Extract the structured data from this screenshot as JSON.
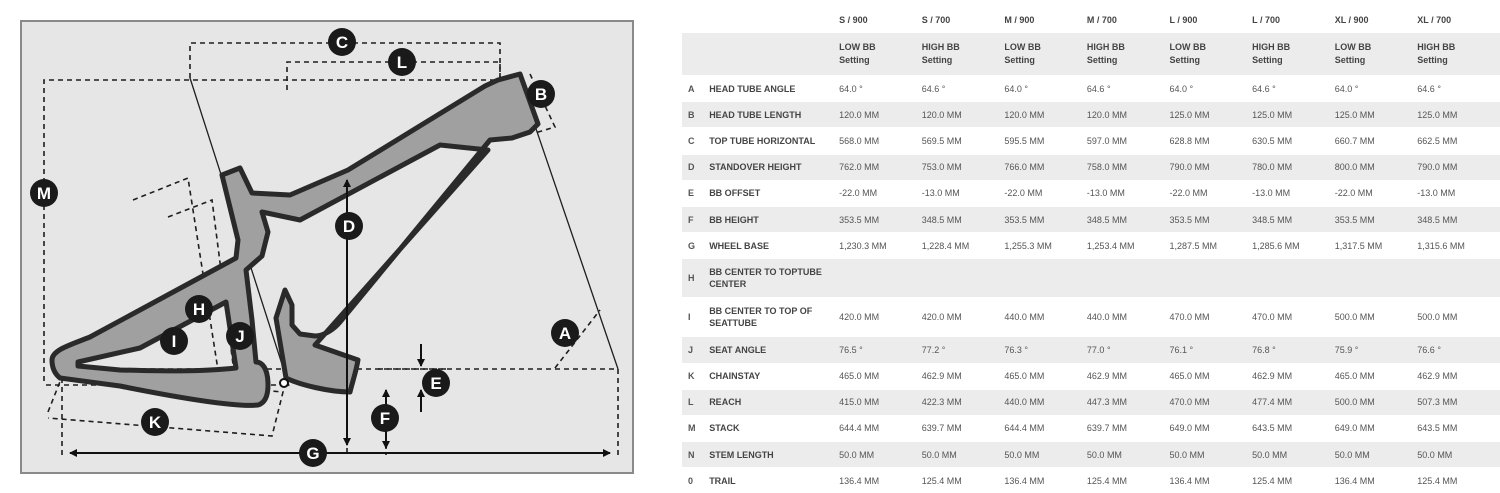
{
  "diagram": {
    "labels": [
      "A",
      "B",
      "C",
      "D",
      "E",
      "F",
      "G",
      "H",
      "I",
      "J",
      "K",
      "L",
      "M"
    ],
    "colors": {
      "frame_fill": "#a0a0a0",
      "frame_stroke": "#2a2a2a",
      "marker_fill": "#1a1a1a",
      "panel_border": "#8a8a8a"
    }
  },
  "table": {
    "sizes": [
      "S / 900",
      "S / 700",
      "M / 900",
      "M / 700",
      "L / 900",
      "L / 700",
      "XL / 900",
      "XL / 700"
    ],
    "bb_settings": [
      [
        "LOW BB",
        "Setting"
      ],
      [
        "HIGH BB",
        "Setting"
      ],
      [
        "LOW BB",
        "Setting"
      ],
      [
        "HIGH BB",
        "Setting"
      ],
      [
        "LOW BB",
        "Setting"
      ],
      [
        "HIGH BB",
        "Setting"
      ],
      [
        "LOW BB",
        "Setting"
      ],
      [
        "HIGH BB",
        "Setting"
      ]
    ],
    "rows": [
      {
        "key": "A",
        "name": "HEAD TUBE ANGLE",
        "values": [
          "64.0 °",
          "64.6 °",
          "64.0 °",
          "64.6 °",
          "64.0 °",
          "64.6 °",
          "64.0 °",
          "64.6 °"
        ]
      },
      {
        "key": "B",
        "name": "HEAD TUBE LENGTH",
        "values": [
          "120.0 MM",
          "120.0 MM",
          "120.0 MM",
          "120.0 MM",
          "125.0 MM",
          "125.0 MM",
          "125.0 MM",
          "125.0 MM"
        ]
      },
      {
        "key": "C",
        "name": "TOP TUBE HORIZONTAL",
        "values": [
          "568.0 MM",
          "569.5 MM",
          "595.5 MM",
          "597.0 MM",
          "628.8 MM",
          "630.5 MM",
          "660.7 MM",
          "662.5 MM"
        ]
      },
      {
        "key": "D",
        "name": "STANDOVER HEIGHT",
        "values": [
          "762.0 MM",
          "753.0 MM",
          "766.0 MM",
          "758.0 MM",
          "790.0 MM",
          "780.0 MM",
          "800.0 MM",
          "790.0 MM"
        ]
      },
      {
        "key": "E",
        "name": "BB OFFSET",
        "values": [
          "-22.0 MM",
          "-13.0 MM",
          "-22.0 MM",
          "-13.0 MM",
          "-22.0 MM",
          "-13.0 MM",
          "-22.0 MM",
          "-13.0 MM"
        ]
      },
      {
        "key": "F",
        "name": "BB HEIGHT",
        "values": [
          "353.5 MM",
          "348.5 MM",
          "353.5 MM",
          "348.5 MM",
          "353.5 MM",
          "348.5 MM",
          "353.5 MM",
          "348.5 MM"
        ]
      },
      {
        "key": "G",
        "name": "WHEEL BASE",
        "values": [
          "1,230.3 MM",
          "1,228.4 MM",
          "1,255.3 MM",
          "1,253.4 MM",
          "1,287.5 MM",
          "1,285.6 MM",
          "1,317.5 MM",
          "1,315.6 MM"
        ]
      },
      {
        "key": "H",
        "name": "BB CENTER TO TOPTUBE CENTER",
        "values": [
          "",
          "",
          "",
          "",
          "",
          "",
          "",
          ""
        ]
      },
      {
        "key": "I",
        "name": "BB CENTER TO TOP OF SEATTUBE",
        "values": [
          "420.0 MM",
          "420.0 MM",
          "440.0 MM",
          "440.0 MM",
          "470.0 MM",
          "470.0 MM",
          "500.0 MM",
          "500.0 MM"
        ]
      },
      {
        "key": "J",
        "name": "SEAT ANGLE",
        "values": [
          "76.5 °",
          "77.2 °",
          "76.3 °",
          "77.0 °",
          "76.1 °",
          "76.8 °",
          "75.9 °",
          "76.6 °"
        ]
      },
      {
        "key": "K",
        "name": "CHAINSTAY",
        "values": [
          "465.0 MM",
          "462.9 MM",
          "465.0 MM",
          "462.9 MM",
          "465.0 MM",
          "462.9 MM",
          "465.0 MM",
          "462.9 MM"
        ]
      },
      {
        "key": "L",
        "name": "REACH",
        "values": [
          "415.0 MM",
          "422.3 MM",
          "440.0 MM",
          "447.3 MM",
          "470.0 MM",
          "477.4 MM",
          "500.0 MM",
          "507.3 MM"
        ]
      },
      {
        "key": "M",
        "name": "STACK",
        "values": [
          "644.4 MM",
          "639.7 MM",
          "644.4 MM",
          "639.7 MM",
          "649.0 MM",
          "643.5 MM",
          "649.0 MM",
          "643.5 MM"
        ]
      },
      {
        "key": "N",
        "name": "STEM LENGTH",
        "values": [
          "50.0 MM",
          "50.0 MM",
          "50.0 MM",
          "50.0 MM",
          "50.0 MM",
          "50.0 MM",
          "50.0 MM",
          "50.0 MM"
        ]
      },
      {
        "key": "0",
        "name": "TRAIL",
        "values": [
          "136.4 MM",
          "125.4 MM",
          "136.4 MM",
          "125.4 MM",
          "136.4 MM",
          "125.4 MM",
          "136.4 MM",
          "125.4 MM"
        ]
      }
    ]
  }
}
